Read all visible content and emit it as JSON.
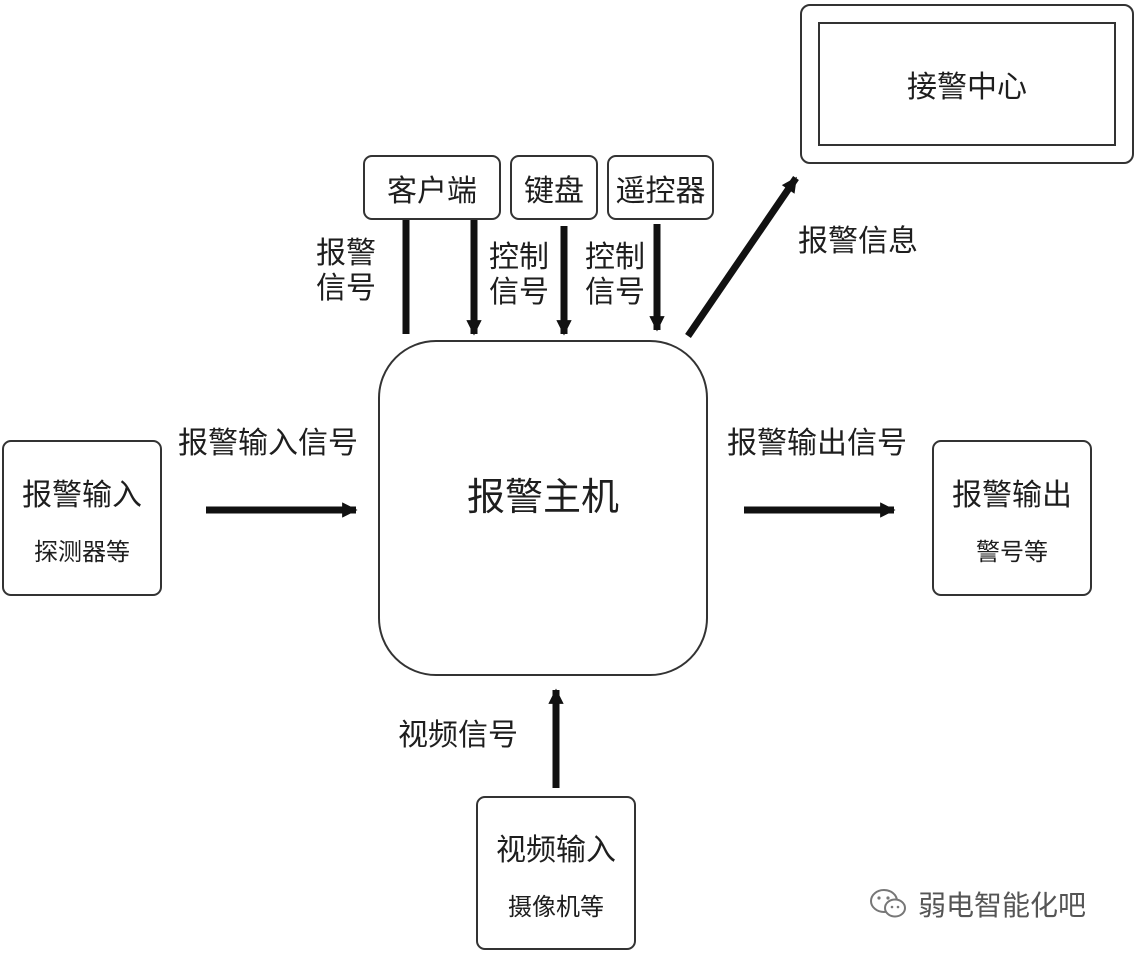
{
  "nodes": {
    "alarm_host": "报警主机",
    "center": "接警中心",
    "client": "客户端",
    "keyboard": "键盘",
    "remote": "遥控器",
    "alarm_input": {
      "title": "报警输入",
      "sub": "探测器等"
    },
    "alarm_output": {
      "title": "报警输出",
      "sub": "警号等"
    },
    "video_input": {
      "title": "视频输入",
      "sub": "摄像机等"
    }
  },
  "edges": {
    "alarm_signal": [
      "报警",
      "信号"
    ],
    "control_signal_keyboard": [
      "控制",
      "信号"
    ],
    "control_signal_remote": [
      "控制",
      "信号"
    ],
    "alarm_info": "报警信息",
    "alarm_input_signal": "报警输入信号",
    "alarm_output_signal": "报警输出信号",
    "video_signal": "视频信号"
  },
  "watermark": "弱电智能化吧",
  "colors": {
    "line": "#111111",
    "border": "#333333",
    "text": "#1e1e1e"
  }
}
